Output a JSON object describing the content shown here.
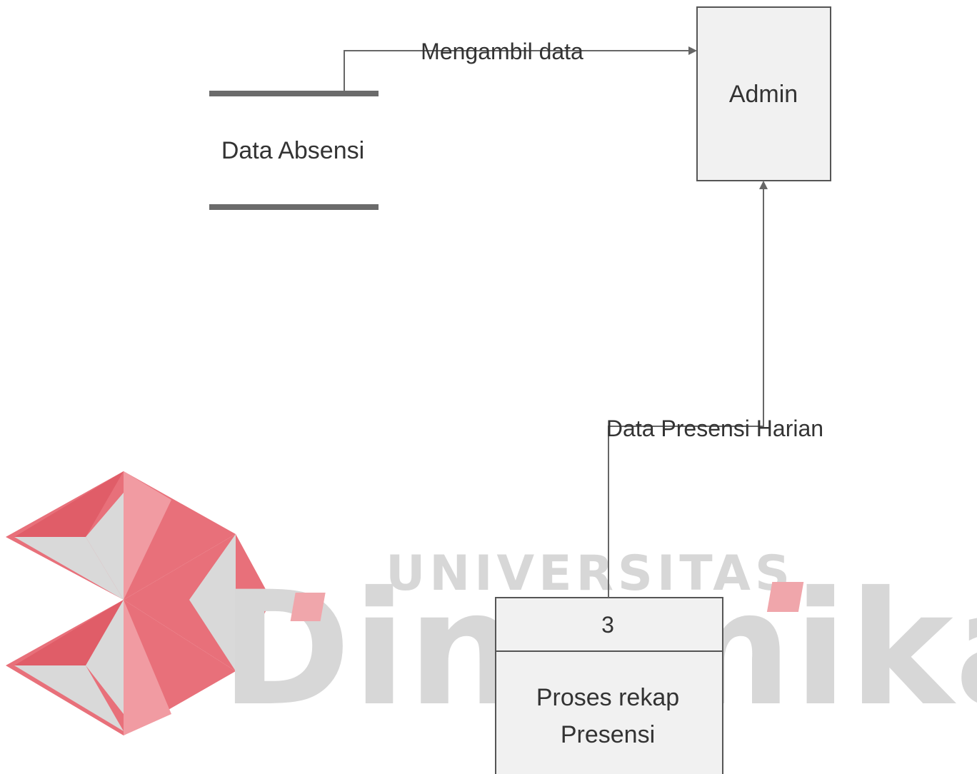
{
  "watermark": {
    "line1": "UNIVERSITAS",
    "line2": "Dinamika",
    "logo_red": "#e8707a",
    "logo_gray": "#d9d9d9",
    "text_gray": "#d7d7d7",
    "text_pink": "#f0a6ab"
  },
  "diagram": {
    "data_store": {
      "label": "Data Absensi"
    },
    "entity": {
      "label": "Admin"
    },
    "process": {
      "number": "3",
      "label_line1": "Proses rekap",
      "label_line2": "Presensi"
    },
    "flows": [
      {
        "label": "Mengambil data",
        "from": "Data Absensi",
        "to": "Admin"
      },
      {
        "label": "Data Presensi Harian",
        "from": "Proses rekap Presensi",
        "to": "Admin"
      }
    ],
    "colors": {
      "line": "#666666",
      "store_bar": "#6b6b6b",
      "box_fill": "#f1f1f1",
      "box_stroke": "#555555",
      "text": "#333333"
    }
  }
}
